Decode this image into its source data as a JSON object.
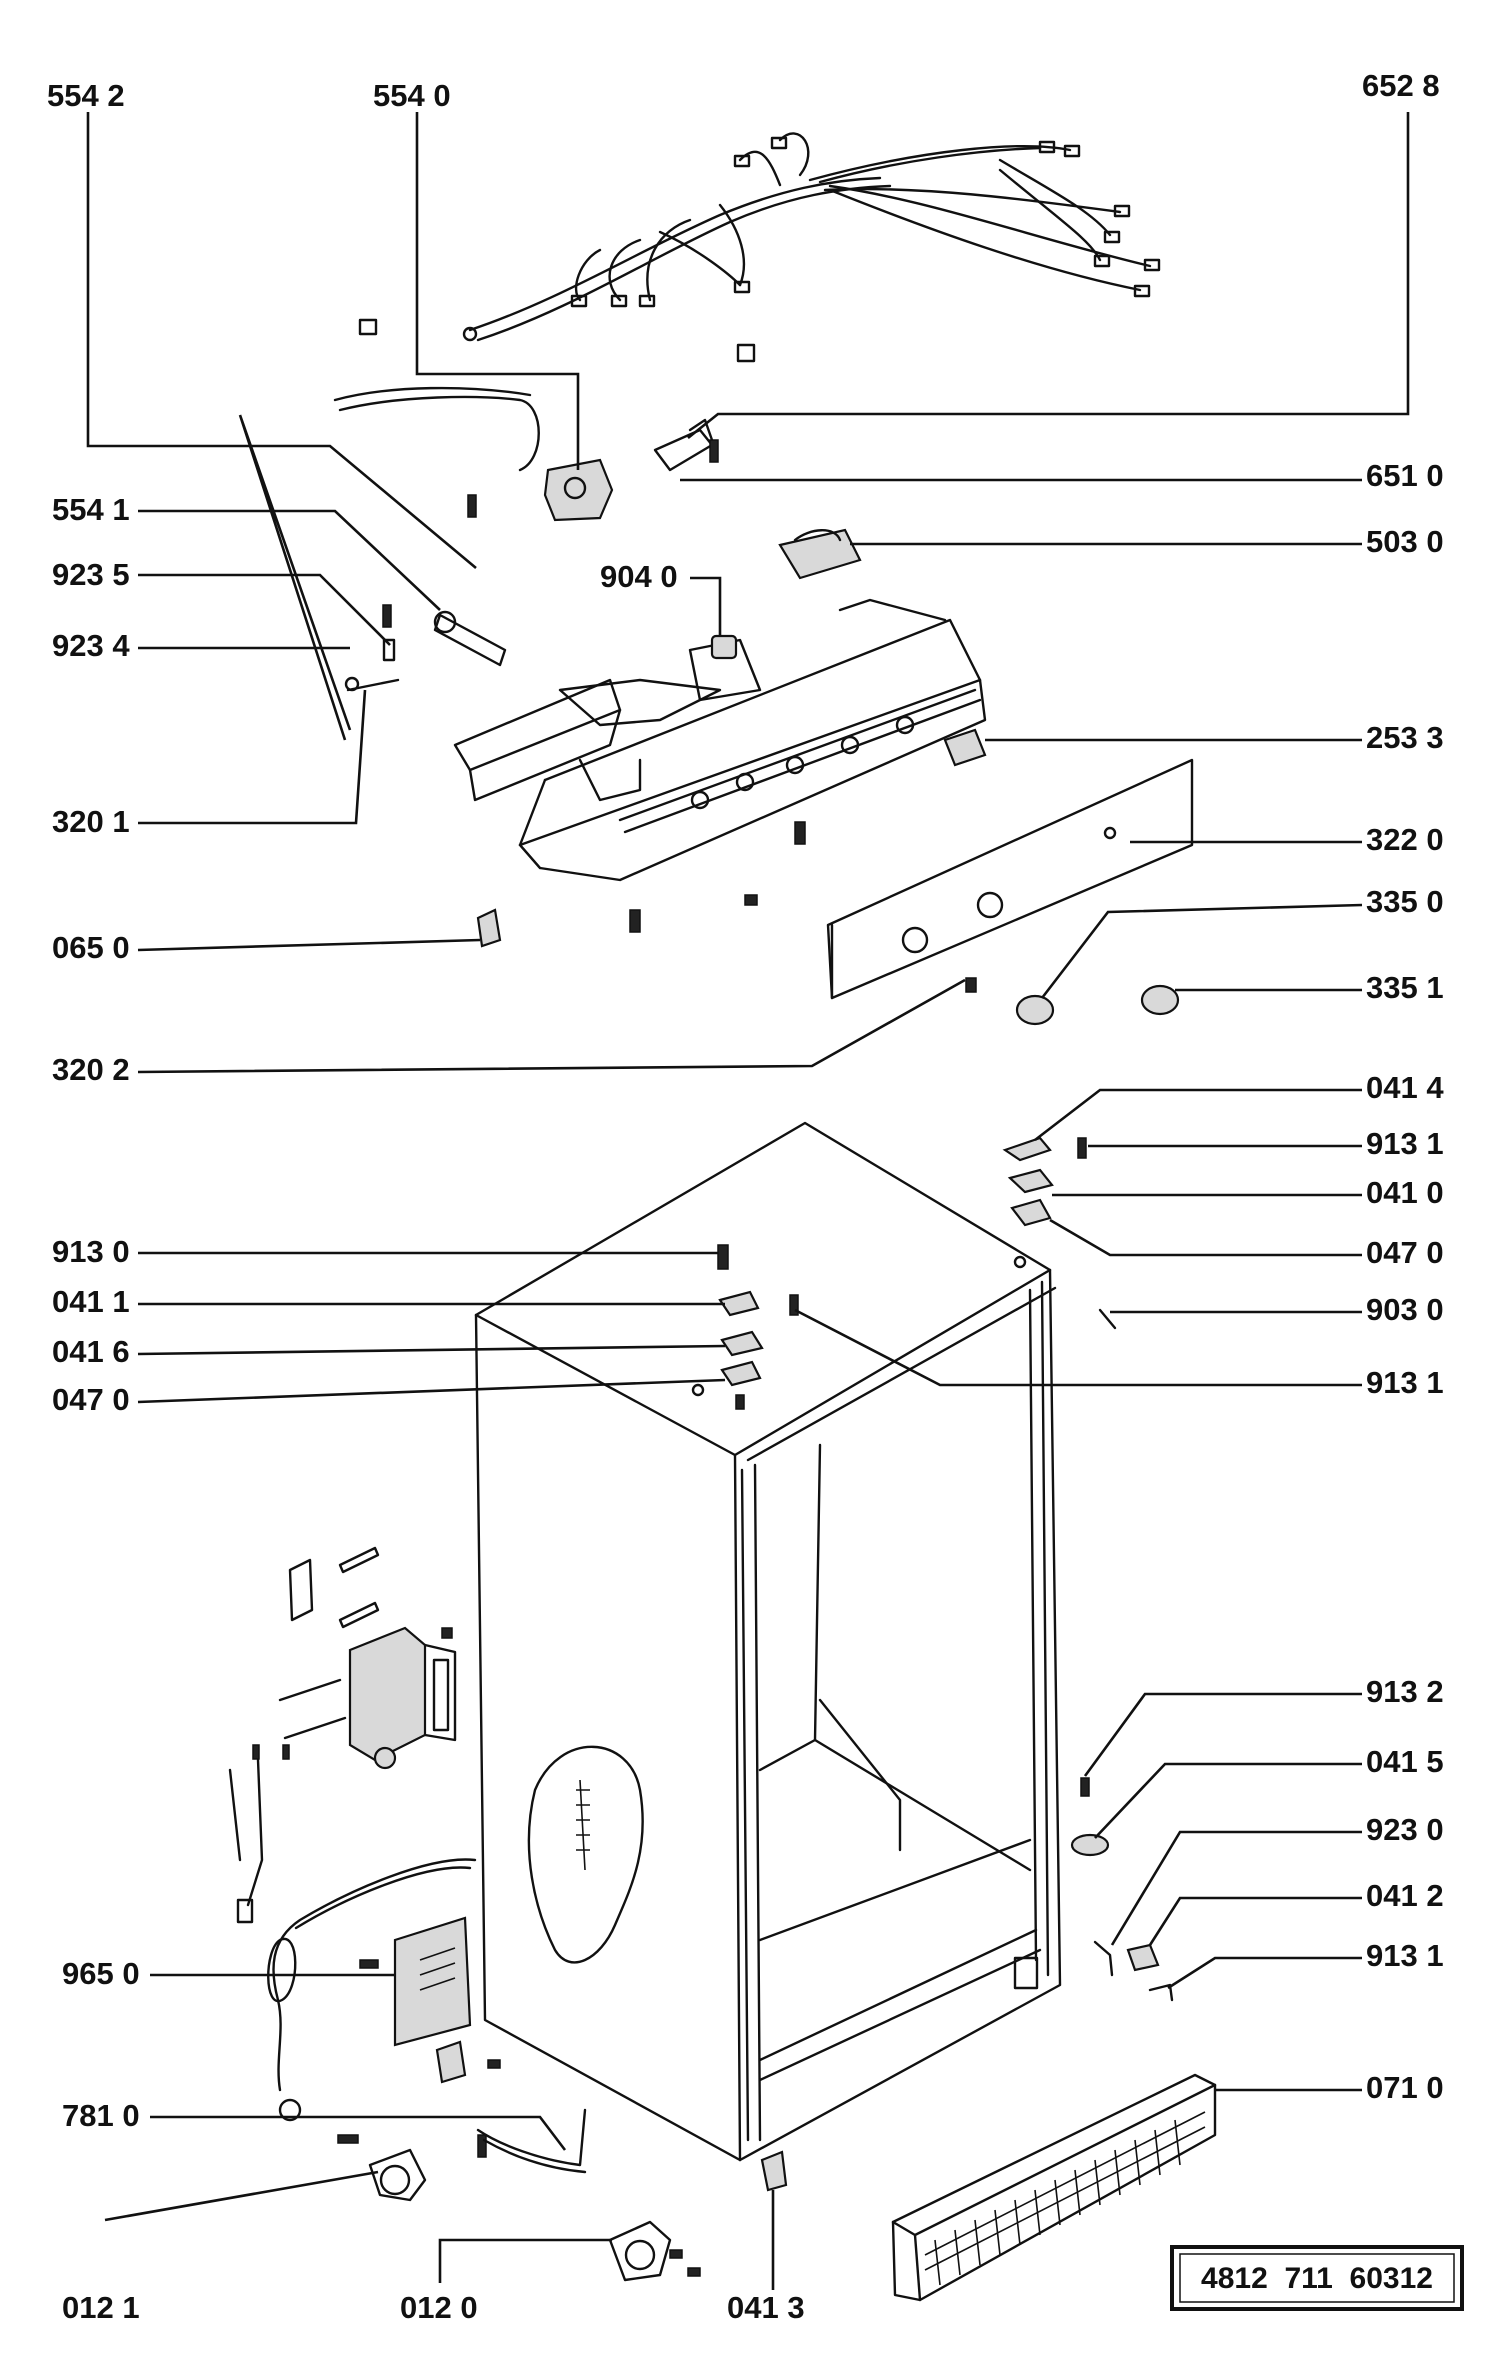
{
  "diagram": {
    "reference_number": "4812  711  60312",
    "labels": [
      {
        "id": "l-5542",
        "text": "554 2"
      },
      {
        "id": "l-5540",
        "text": "554 0"
      },
      {
        "id": "l-6528",
        "text": "652 8"
      },
      {
        "id": "l-6510",
        "text": "651 0"
      },
      {
        "id": "l-5030",
        "text": "503 0"
      },
      {
        "id": "l-5541",
        "text": "554 1"
      },
      {
        "id": "l-9235",
        "text": "923 5"
      },
      {
        "id": "l-9040",
        "text": "904 0"
      },
      {
        "id": "l-9234",
        "text": "923 4"
      },
      {
        "id": "l-2533",
        "text": "253 3"
      },
      {
        "id": "l-3201",
        "text": "320 1"
      },
      {
        "id": "l-3220",
        "text": "322 0"
      },
      {
        "id": "l-3350",
        "text": "335 0"
      },
      {
        "id": "l-0650",
        "text": "065 0"
      },
      {
        "id": "l-3351",
        "text": "335 1"
      },
      {
        "id": "l-3202",
        "text": "320 2"
      },
      {
        "id": "l-0414",
        "text": "041 4"
      },
      {
        "id": "l-9131a",
        "text": "913 1"
      },
      {
        "id": "l-0410",
        "text": "041 0"
      },
      {
        "id": "l-9130",
        "text": "913 0"
      },
      {
        "id": "l-0470r",
        "text": "047 0"
      },
      {
        "id": "l-0411",
        "text": "041 1"
      },
      {
        "id": "l-9030",
        "text": "903 0"
      },
      {
        "id": "l-0416",
        "text": "041 6"
      },
      {
        "id": "l-9131b",
        "text": "913 1"
      },
      {
        "id": "l-0470l",
        "text": "047 0"
      },
      {
        "id": "l-9132",
        "text": "913 2"
      },
      {
        "id": "l-0415",
        "text": "041 5"
      },
      {
        "id": "l-9230",
        "text": "923 0"
      },
      {
        "id": "l-0412",
        "text": "041 2"
      },
      {
        "id": "l-9131c",
        "text": "913 1"
      },
      {
        "id": "l-9650",
        "text": "965 0"
      },
      {
        "id": "l-0710",
        "text": "071 0"
      },
      {
        "id": "l-7810",
        "text": "781 0"
      },
      {
        "id": "l-0121",
        "text": "012 1"
      },
      {
        "id": "l-0120",
        "text": "012 0"
      },
      {
        "id": "l-0413",
        "text": "041 3"
      }
    ]
  }
}
